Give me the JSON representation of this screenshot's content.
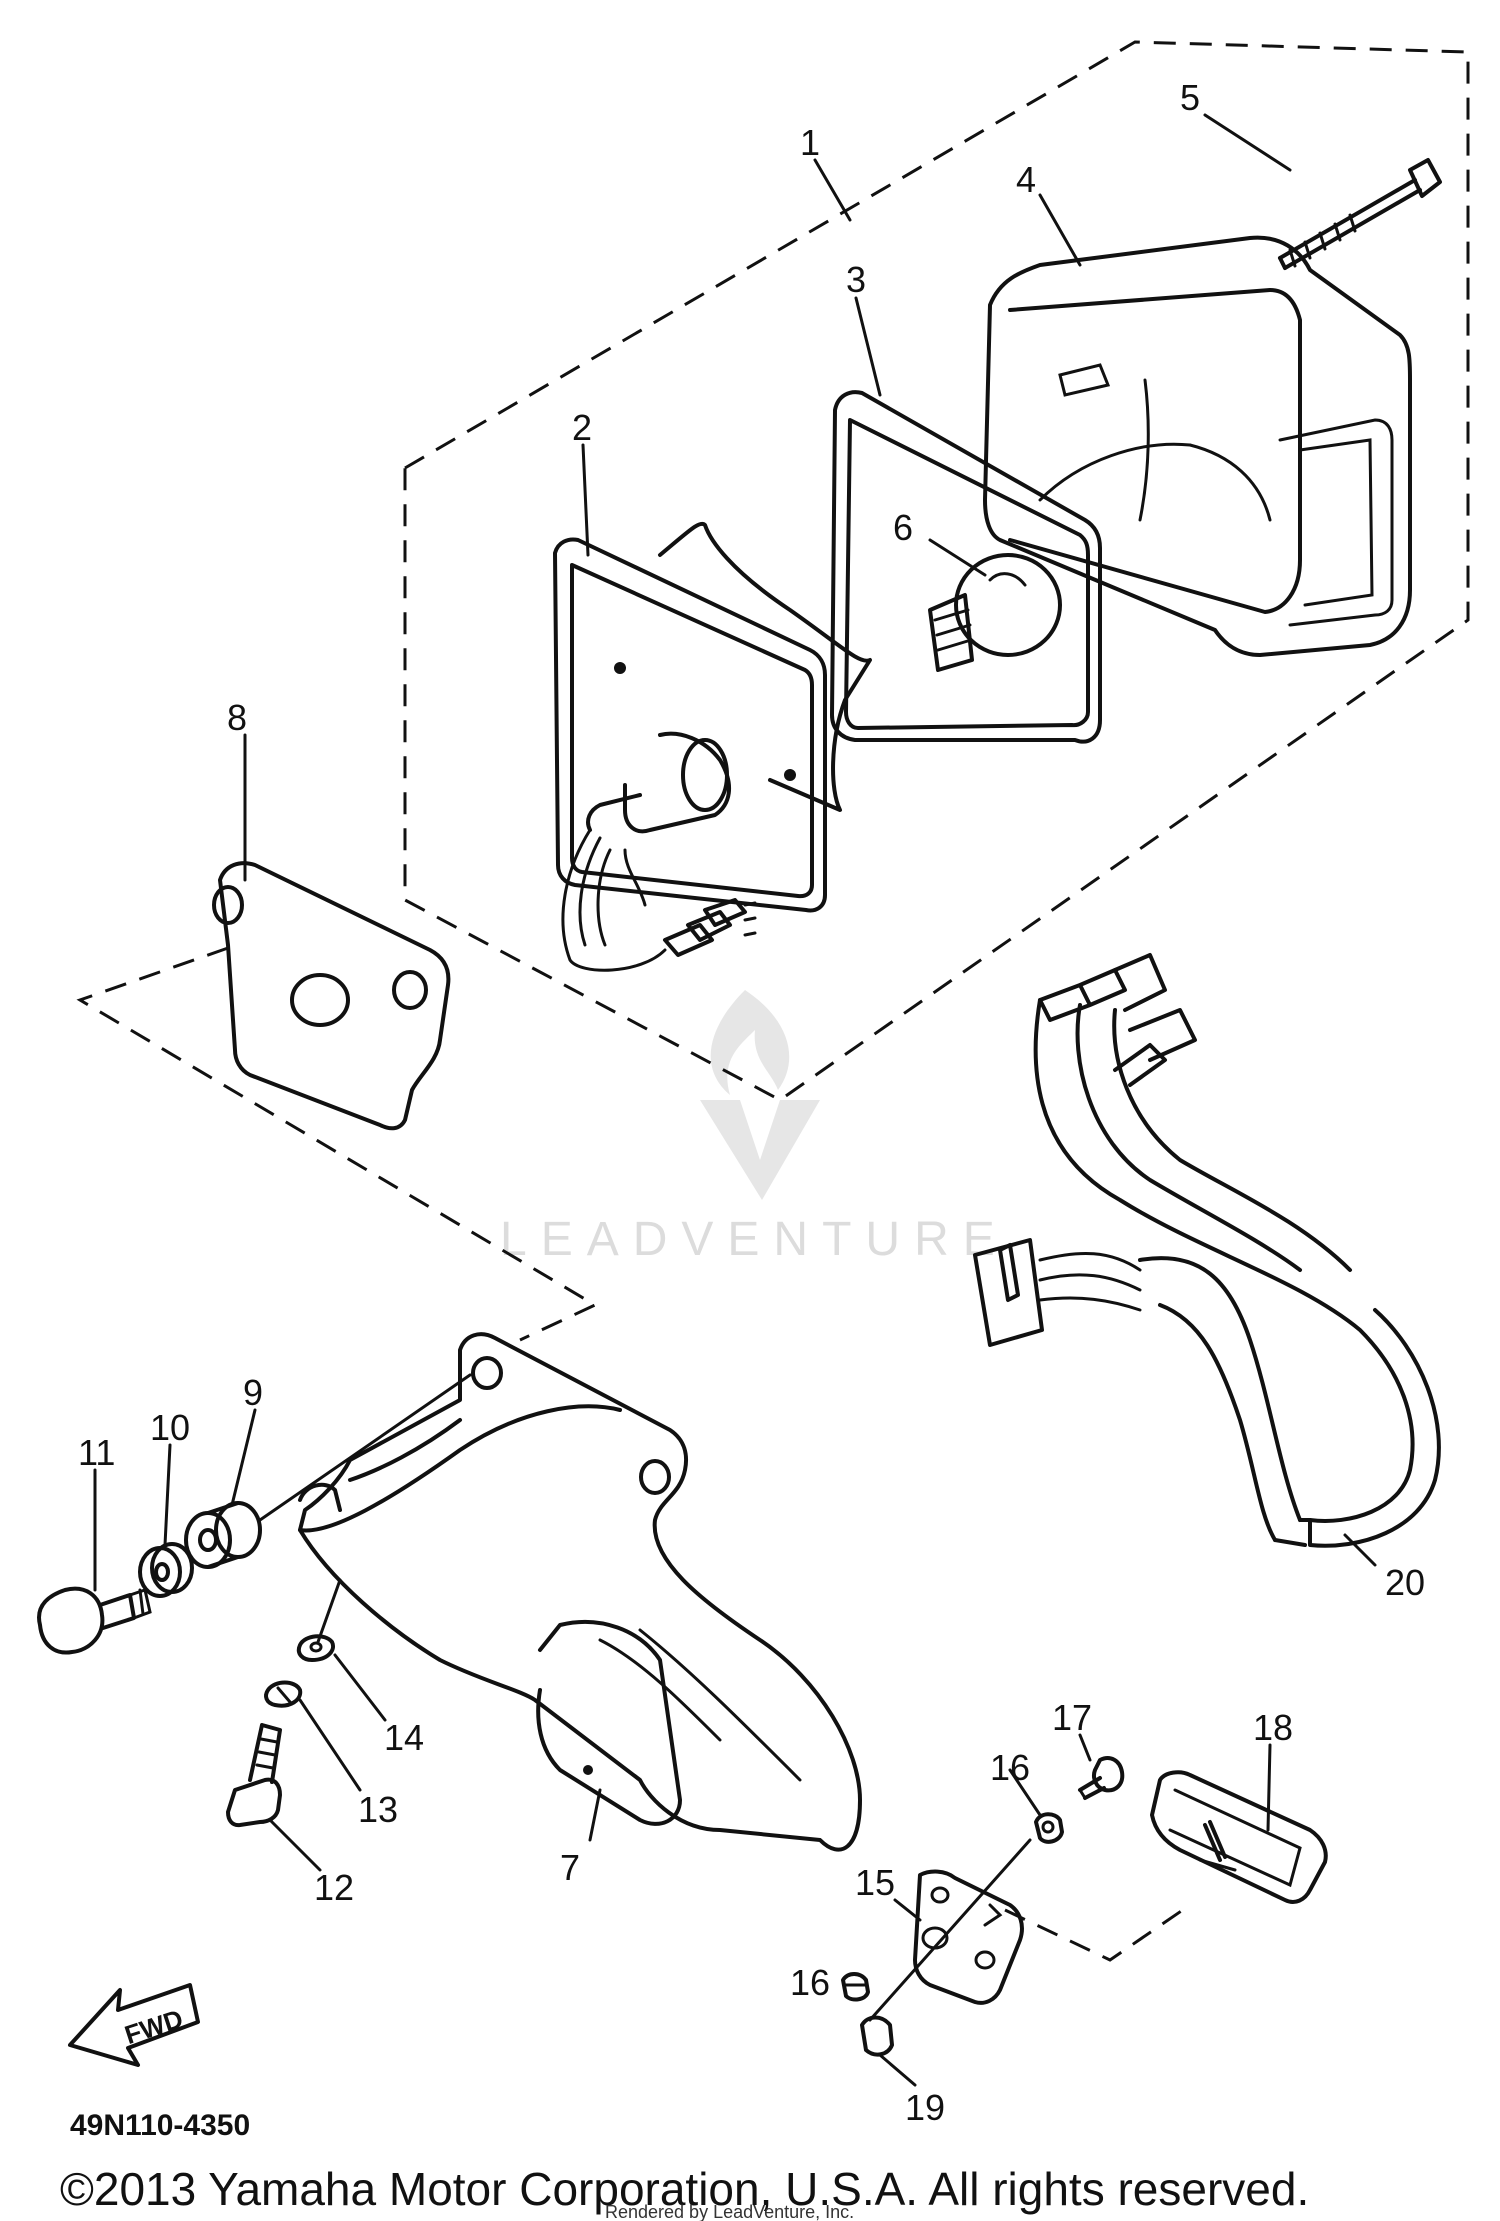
{
  "callouts": [
    "1",
    "2",
    "3",
    "4",
    "5",
    "6",
    "7",
    "8",
    "9",
    "10",
    "11",
    "12",
    "13",
    "14",
    "15",
    "16",
    "16",
    "17",
    "18",
    "19",
    "20"
  ],
  "watermark": "LEADVENTURE",
  "fwd_label": "FWD",
  "diagram_code": "49N110-4350",
  "copyright": "©2013 Yamaha Motor Corporation, U.S.A. All rights reserved.",
  "rendered_by": "Rendered by LeadVenture, Inc."
}
